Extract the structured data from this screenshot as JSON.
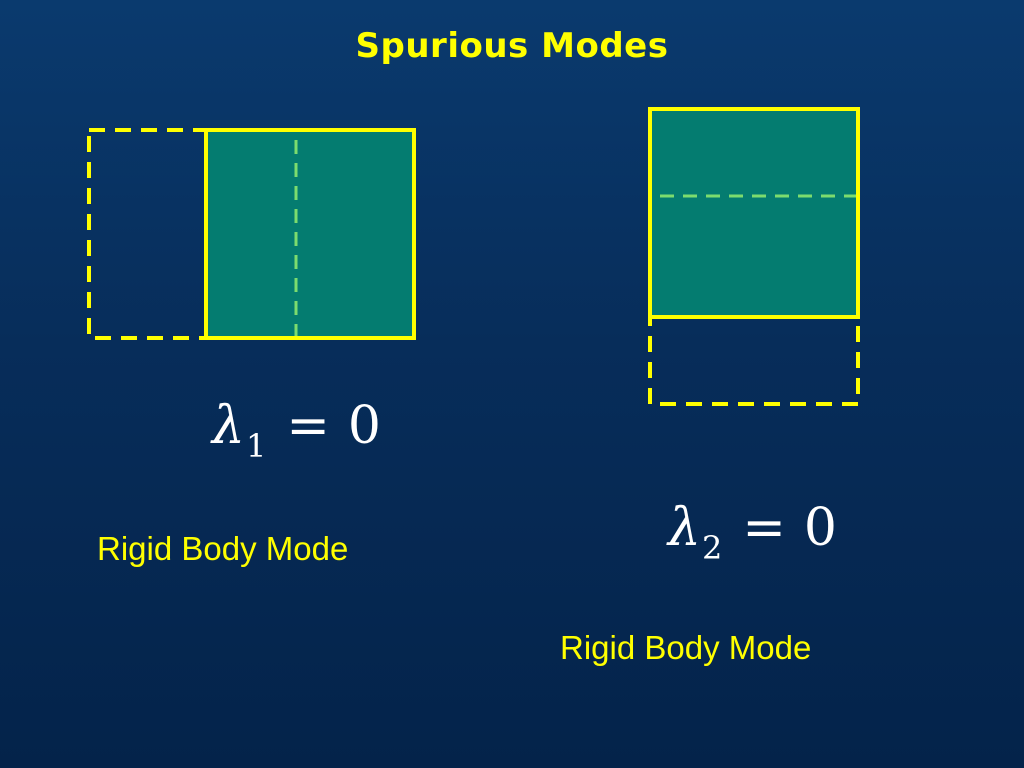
{
  "slide": {
    "title": "Spurious Modes"
  },
  "modes": [
    {
      "symbol": "λ",
      "subscript": "1",
      "operator": "=",
      "value": "0",
      "label": "Rigid Body Mode"
    },
    {
      "symbol": "λ",
      "subscript": "2",
      "operator": "=",
      "value": "0",
      "label": "Rigid Body Mode"
    }
  ],
  "colors": {
    "outline": "#ffff00",
    "fill": "#047c70",
    "center_line": "#7cdc6e",
    "text_label": "#ffff00",
    "text_equation": "#ffffff"
  }
}
